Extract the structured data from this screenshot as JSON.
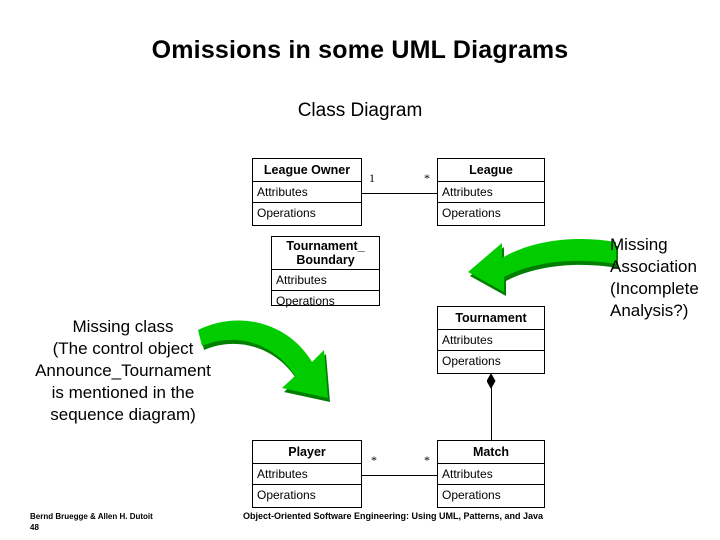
{
  "slide": {
    "title": "Omissions in some UML Diagrams",
    "subtitle": "Class Diagram"
  },
  "classes": {
    "league_owner": {
      "name": "League Owner",
      "attributes": "Attributes",
      "operations": "Operations"
    },
    "league": {
      "name": "League",
      "attributes": "Attributes",
      "operations": "Operations"
    },
    "tournament_boundary": {
      "name": "Tournament_\nBoundary",
      "attributes": "Attributes",
      "operations": "Operations"
    },
    "tournament": {
      "name": "Tournament",
      "attributes": "Attributes",
      "operations": "Operations"
    },
    "player": {
      "name": "Player",
      "attributes": "Attributes",
      "operations": "Operations"
    },
    "match": {
      "name": "Match",
      "attributes": "Attributes",
      "operations": "Operations"
    }
  },
  "multiplicities": {
    "league_owner_end": "1",
    "league_end": "*",
    "player_end": "*",
    "match_end": "*"
  },
  "annotations": {
    "missing_class": "Missing class\n(The control object\nAnnounce_Tournament\nis mentioned in the\nsequence diagram)",
    "missing_association": "Missing\nAssociation\n(Incomplete\nAnalysis?)"
  },
  "colors": {
    "arrow_green": "#00CC00",
    "arrow_green_shadow": "#007F00",
    "line_black": "#000000",
    "background": "#FFFFFF"
  },
  "footer": {
    "authors": "Bernd Bruegge & Allen H. Dutoit",
    "page_number": "48",
    "book_title": "Object-Oriented Software Engineering: Using UML, Patterns, and Java"
  }
}
